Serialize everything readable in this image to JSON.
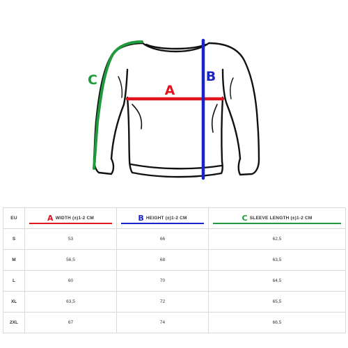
{
  "colors": {
    "a": "#e0141e",
    "b": "#1a23c8",
    "c": "#1e9a3c",
    "outline": "#111111"
  },
  "labels": {
    "a": "A",
    "b": "B",
    "c": "C"
  },
  "table": {
    "corner": "EU",
    "columns": [
      {
        "letter": "A",
        "label": "WIDTH (±)1-2 CM",
        "color": "#e0141e"
      },
      {
        "letter": "B",
        "label": "HEIGHT (±)1-2 CM",
        "color": "#1a23c8"
      },
      {
        "letter": "C",
        "label": "SLEEVE LENGTH (±)1-2 CM",
        "color": "#1e9a3c"
      }
    ],
    "rows": [
      {
        "size": "S",
        "values": [
          "53",
          "66",
          "62,5"
        ]
      },
      {
        "size": "M",
        "values": [
          "56,5",
          "68",
          "63,5"
        ]
      },
      {
        "size": "L",
        "values": [
          "60",
          "70",
          "64,5"
        ]
      },
      {
        "size": "XL",
        "values": [
          "63,5",
          "72",
          "65,5"
        ]
      },
      {
        "size": "2XL",
        "values": [
          "67",
          "74",
          "66,5"
        ]
      }
    ]
  }
}
